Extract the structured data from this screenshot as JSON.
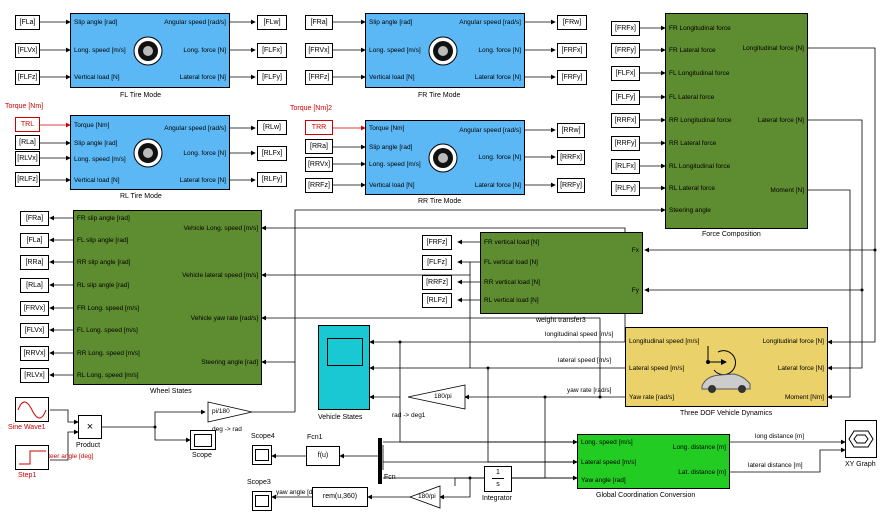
{
  "tire_blocks": [
    {
      "id": "fl",
      "inputs": [
        "Slip angle [rad]",
        "Long. speed [m/s]",
        "Vertical load [N]"
      ],
      "outputs": [
        "Angular speed [rad/s]",
        "Long. force [N]",
        "Lateral force [N]"
      ],
      "caption": "FL Tire Mode",
      "in_tags": [
        "[FLa]",
        "[FLVx]",
        "[FLFz]"
      ],
      "out_tags": [
        "[FLw]",
        "[FLFx]",
        "[FLFy]"
      ]
    },
    {
      "id": "fr",
      "inputs": [
        "Slip angle [rad]",
        "Long. speed [m/s]",
        "Vertical load [N]"
      ],
      "outputs": [
        "Angular speed [rad/s]",
        "Long. force [N]",
        "Lateral force [N]"
      ],
      "caption": "FR Tire Mode",
      "in_tags": [
        "[FRa]",
        "[FRVx]",
        "[FRFz]"
      ],
      "out_tags": [
        "[FRw]",
        "[FRFx]",
        "[FRFy]"
      ]
    },
    {
      "id": "rl",
      "inputs": [
        "Torque [Nm]",
        "Slip angle [rad]",
        "Long. speed [m/s]",
        "Vertical load [N]"
      ],
      "outputs": [
        "Angular speed [rad/s]",
        "Long. force [N]",
        "Lateral force [N]"
      ],
      "caption": "RL Tire Mode",
      "in_tags": [
        "TRL",
        "[RLa]",
        "[RLVx]",
        "[RLFz]"
      ],
      "out_tags": [
        "[RLw]",
        "[RLFx]",
        "[RLFy]"
      ],
      "torque_label": "Torque [Nm]"
    },
    {
      "id": "rr",
      "inputs": [
        "Torque [Nm]",
        "Slip angle [rad]",
        "Long. speed [m/s]",
        "Vertical load [N]"
      ],
      "outputs": [
        "Angular speed [rad/s]",
        "Long. force [N]",
        "Lateral force [N]"
      ],
      "caption": "RR Tire Mode",
      "in_tags": [
        "TRR",
        "[RRa]",
        "[RRVx]",
        "[RRFz]"
      ],
      "out_tags": [
        "[RRw]",
        "[RRFx]",
        "[RRFy]"
      ],
      "torque_label": "Torque [Nm]2"
    }
  ],
  "force_composition": {
    "caption": "Force Composition",
    "inputs": [
      "FR Longitudinal force",
      "FR Lateral force",
      "FL Longitudinal force",
      "FL Lateral force",
      "RR Longitudinal force",
      "RR Lateral force",
      "RL Longitudinal force",
      "RL Lateral force",
      "Steering angle"
    ],
    "in_tags": [
      "[FRFx]",
      "[FRFy]",
      "[FLFx]",
      "[FLFy]",
      "[RRFx]",
      "[RRFy]",
      "[RLFx]",
      "[RLFy]"
    ],
    "outputs": [
      "Longitudinal force [N]",
      "Lateral force [N]",
      "Moment [N]"
    ]
  },
  "wheel_states": {
    "caption": "Wheel States",
    "outputs": [
      "FR slip angle [rad]",
      "FL slip angle [rad]",
      "RR slip angle [rad]",
      "RL slip angle [rad]",
      "FR Long. speed [m/s]",
      "FL Long. speed [m/s]",
      "RR Long. speed [m/s]",
      "RL Long. speed [m/s]"
    ],
    "out_tags": [
      "[FRa]",
      "[FLa]",
      "[RRa]",
      "[RLa]",
      "[FRVx]",
      "[FLVx]",
      "[RRVx]",
      "[RLVx]"
    ],
    "inputs": [
      "Vehicle Long. speed [m/s]",
      "Vehicle lateral speed [m/s]",
      "Vehicle yaw rate [rad/s]",
      "Steering angle [rad]"
    ]
  },
  "weight_transfer": {
    "caption": "weight transfer3",
    "outputs": [
      "FR vertical load [N]",
      "FL vertical load [N]",
      "RR vertical load [N]",
      "RL vertical load [N]"
    ],
    "out_tags": [
      "[FRFz]",
      "[FLFz]",
      "[RRFz]",
      "[RLFz]"
    ],
    "inputs": [
      "Fx",
      "Fy"
    ]
  },
  "dynamics": {
    "caption": "Three DOF Vehicle Dynamics",
    "outputs": [
      "Longitudinal speed [m/s]",
      "Lateral speed [m/s]",
      "Yaw rate [rad/s]"
    ],
    "inputs": [
      "Longitudinal force [N]",
      "Lateral force [N]",
      "Moment [Nm]"
    ]
  },
  "global_coord": {
    "caption": "Global Coordination Conversion",
    "inputs": [
      "Long. speed [m/s]",
      "Lateral speed [m/s]",
      "Yaw angle [rad]"
    ],
    "outputs": [
      "Long. distance [m]",
      "Lat. distance [m]"
    ]
  },
  "signals": {
    "long_speed": "longitudinal speed [m/s]",
    "lateral_speed": "lateral speed [m/s]",
    "yaw_rate": "yaw rate [rad/s]",
    "long_distance": "long distance [m]",
    "lateral_distance": "lateral distance [m]",
    "yaw_angle": "yaw angle [deg]",
    "steer_angle": "steer angle [deg]",
    "deg_rad": "deg -> rad",
    "rad_deg": "rad -> deg1"
  },
  "blocks": {
    "vehicle_states": "Vehicle States",
    "sine": "Sine Wave1",
    "step": "Step1",
    "product": "Product",
    "product_sym": "×",
    "gain_deg": "pi/180",
    "gain_rad": "180/pi",
    "gain_rad2": "180/pi",
    "scope": "Scope",
    "scope4": "Scope4",
    "scope3": "Scope3",
    "fcn1": "Fcn1",
    "fcn": "Fcn",
    "fu": "f(u)",
    "rem": "rem(u,360)",
    "integrator": "Integrator",
    "int_num": "1",
    "int_den": "s",
    "xy": "XY Graph"
  }
}
